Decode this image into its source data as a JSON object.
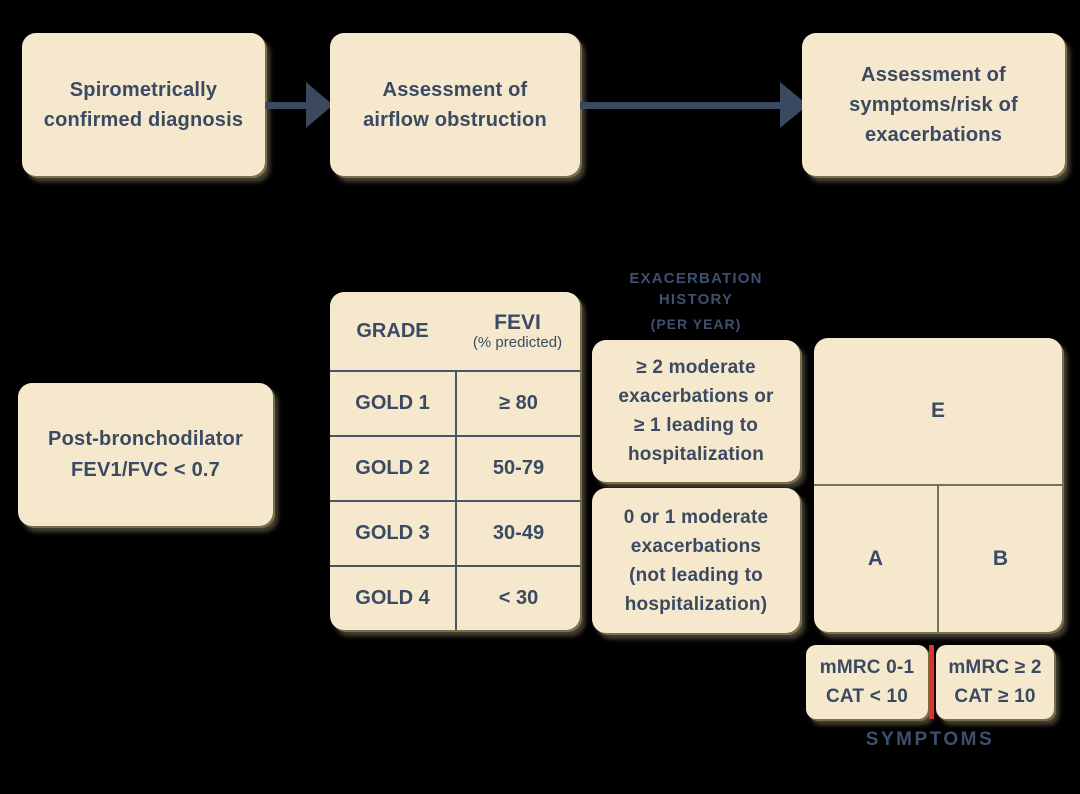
{
  "colors": {
    "background": "#000000",
    "box_fill": "#f6e8cc",
    "text_navy": "#3b4a63",
    "dim_label_navy": "#3f4f6e",
    "arrow": "#3a4960",
    "table_line": "#49536a",
    "grid_line": "#75715f",
    "red_divider": "#e1322a"
  },
  "flow": {
    "step1": {
      "line1": "Spirometrically",
      "line2": "confirmed diagnosis"
    },
    "step2": {
      "line1": "Assessment of",
      "line2": "airflow obstruction"
    },
    "step3": {
      "line1": "Assessment of",
      "line2": "symptoms/risk of",
      "line3": "exacerbations"
    }
  },
  "criteria_box": {
    "line1": "Post-bronchodilator",
    "line2": "FEV1/FVC < 0.7"
  },
  "grade_table": {
    "header_col1": "GRADE",
    "header_col2": "FEVI",
    "header_col2_sub": "(% predicted)",
    "rows": [
      {
        "grade": "GOLD 1",
        "value": "≥ 80"
      },
      {
        "grade": "GOLD 2",
        "value": "50-79"
      },
      {
        "grade": "GOLD 3",
        "value": "30-49"
      },
      {
        "grade": "GOLD 4",
        "value": "< 30"
      }
    ]
  },
  "exacerbation": {
    "label_line1": "EXACERBATION",
    "label_line2": "HISTORY",
    "label_line3": "(PER YEAR)",
    "high_lines": [
      "≥ 2 moderate",
      "exacerbations or",
      "≥ 1 leading to",
      "hospitalization"
    ],
    "low_lines": [
      "0 or 1 moderate",
      "exacerbations",
      "(not leading to",
      "hospitalization)"
    ]
  },
  "abe_grid": {
    "top": "E",
    "bottom_left": "A",
    "bottom_right": "B"
  },
  "symptoms": {
    "left_box": {
      "line1": "mMRC 0-1",
      "line2": "CAT < 10"
    },
    "right_box": {
      "line1": "mMRC ≥ 2",
      "line2": "CAT ≥ 10"
    },
    "label": "SYMPTOMS"
  }
}
